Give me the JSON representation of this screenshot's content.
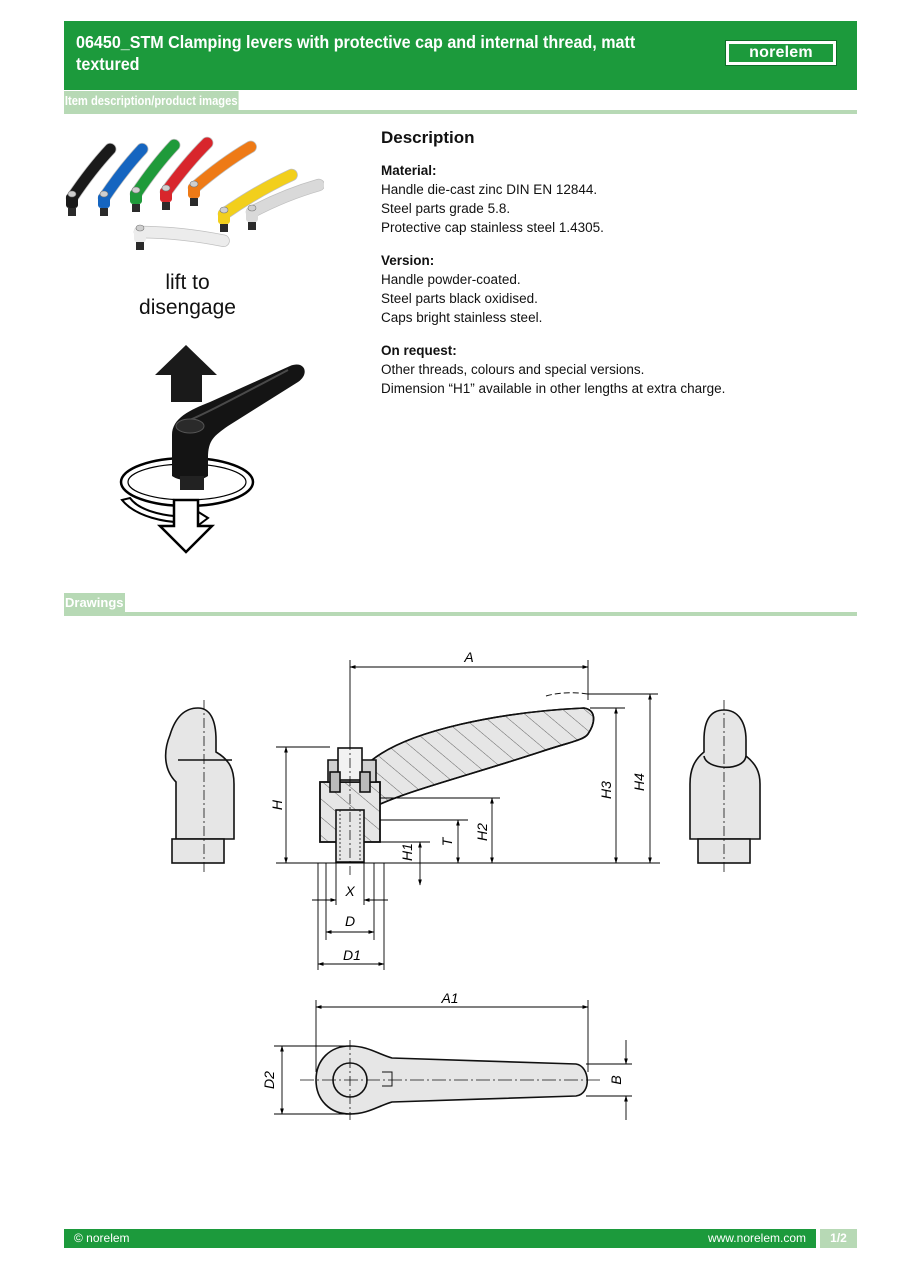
{
  "header": {
    "title": "06450_STM Clamping levers with protective cap and internal thread, matt textured",
    "brand": "norelem",
    "color": "#1c9a3c"
  },
  "sections": {
    "images": "Item description/product images",
    "drawings": "Drawings"
  },
  "product": {
    "lever_colors": [
      "#1a1a1a",
      "#1565c0",
      "#1f9a3a",
      "#d8262c",
      "#ee7a16",
      "#f2cf1c",
      "#d9d9d9",
      "#ececec"
    ],
    "lift_label": "lift to disengage"
  },
  "description": {
    "heading": "Description",
    "material": {
      "label": "Material:",
      "lines": [
        "Handle die-cast zinc DIN EN 12844.",
        "Steel parts grade 5.8.",
        "Protective cap stainless steel 1.4305."
      ]
    },
    "version": {
      "label": "Version:",
      "lines": [
        "Handle powder-coated.",
        "Steel parts black oxidised.",
        "Caps bright stainless steel."
      ]
    },
    "on_request": {
      "label": "On request:",
      "lines": [
        "Other threads, colours and special versions.",
        "Dimension “H1” available in other lengths at extra charge."
      ]
    }
  },
  "drawing": {
    "dims": {
      "A": "A",
      "A1": "A1",
      "H": "H",
      "H1": "H1",
      "H2": "H2",
      "H3": "H3",
      "H4": "H4",
      "T": "T",
      "X": "X",
      "D": "D",
      "D1": "D1",
      "D2": "D2",
      "B": "B"
    }
  },
  "footer": {
    "copyright": "© norelem",
    "url": "www.norelem.com",
    "page": "1/2"
  }
}
